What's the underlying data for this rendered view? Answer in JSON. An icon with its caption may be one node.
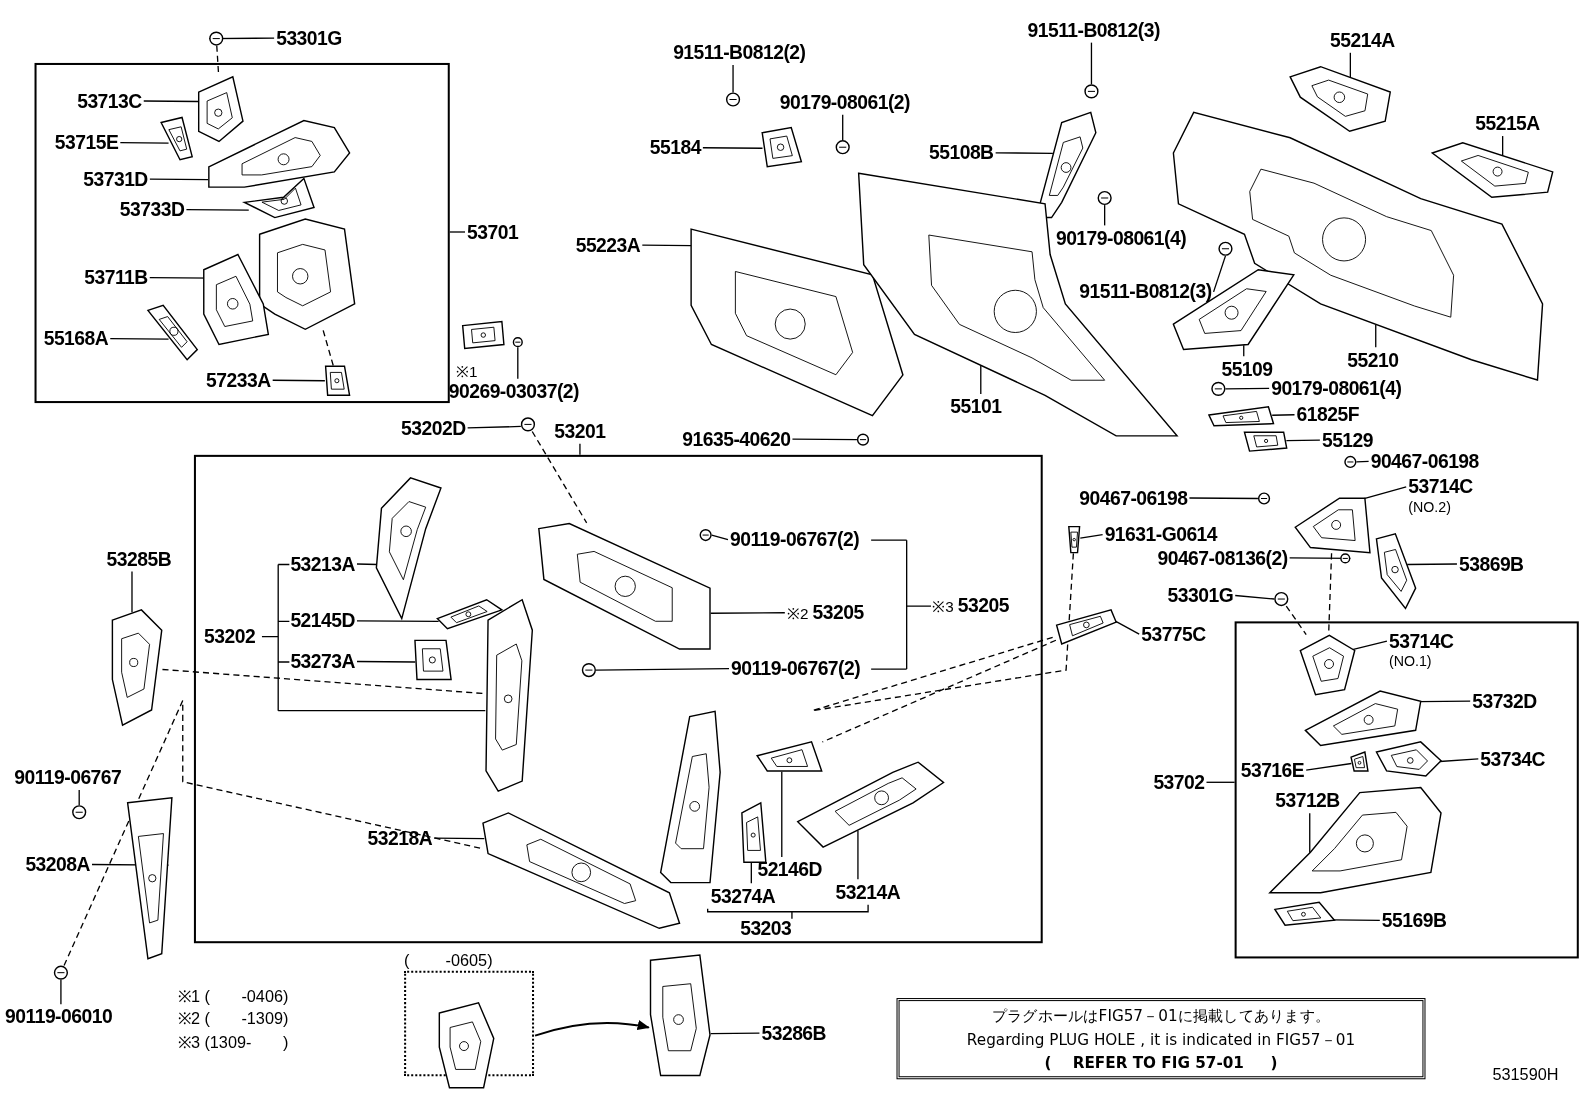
{
  "diagram": {
    "nodes": [
      {
        "text": [],
        "shape": "box"
      },
      {
        "text": [],
        "shape": "box"
      },
      {
        "text": [],
        "shape": "box"
      },
      {
        "text": [
          "(        -0605)"
        ]
      },
      {
        "text": [
          "プラグホールはFIG57－01に掲載してあります。",
          "Regarding PLUG HOLE , it is indicated in FIG57－01",
          "(    REFER TO FIG 57-01     )"
        ]
      },
      {
        "text": [
          "53301G"
        ]
      },
      {
        "text": [
          "53713C"
        ],
        "in": 0
      },
      {
        "text": [
          "53715E"
        ],
        "in": 0
      },
      {
        "text": [
          "53731D"
        ],
        "in": 0
      },
      {
        "text": [
          "53733D"
        ],
        "in": 0
      },
      {
        "text": [
          "53701"
        ]
      },
      {
        "text": [
          "53711B"
        ],
        "in": 0
      },
      {
        "text": [
          "55168A"
        ],
        "in": 0
      },
      {
        "text": [
          "57233A"
        ],
        "in": 0
      },
      {
        "text": [
          "90269-03037(2)"
        ],
        "beside": [
          "※1"
        ]
      },
      {
        "text": [
          "91511-B0812(2)"
        ]
      },
      {
        "text": [
          "90179-08061(2)"
        ]
      },
      {
        "text": [
          "55184"
        ]
      },
      {
        "text": [
          "55223A"
        ]
      },
      {
        "text": [
          "91511-B0812(3)"
        ]
      },
      {
        "text": [
          "55108B"
        ]
      },
      {
        "text": [
          "90179-08061(4)"
        ]
      },
      {
        "text": [
          "91511-B0812(3)"
        ]
      },
      {
        "text": [
          "55101"
        ]
      },
      {
        "text": [
          "55214A"
        ]
      },
      {
        "text": [
          "55215A"
        ]
      },
      {
        "text": [
          "55210"
        ]
      },
      {
        "text": [
          "55109"
        ]
      },
      {
        "text": [
          "90179-08061(4)"
        ]
      },
      {
        "text": [
          "61825F"
        ]
      },
      {
        "text": [
          "55129"
        ]
      },
      {
        "text": [
          "53202D"
        ]
      },
      {
        "text": [
          "53201"
        ]
      },
      {
        "text": [
          "91635-40620"
        ]
      },
      {
        "text": [
          "90467-06198"
        ]
      },
      {
        "text": [
          "53714C"
        ],
        "beside": [
          "(NO.2)"
        ]
      },
      {
        "text": [
          "90467-06198"
        ]
      },
      {
        "text": [
          "91631-G0614"
        ]
      },
      {
        "text": [
          "90467-08136(2)"
        ]
      },
      {
        "text": [
          "53869B"
        ]
      },
      {
        "text": [
          "53301G"
        ]
      },
      {
        "text": [
          "53775C"
        ]
      },
      {
        "text": [
          "53285B"
        ]
      },
      {
        "text": [
          "53213A"
        ],
        "in": 1
      },
      {
        "text": [
          "53202"
        ],
        "in": 1
      },
      {
        "text": [
          "52145D"
        ],
        "in": 1
      },
      {
        "text": [
          "53273A"
        ],
        "in": 1
      },
      {
        "text": [
          "90119-06767(2)"
        ],
        "in": 1
      },
      {
        "text": [
          "53205"
        ],
        "in": 1,
        "beside": [
          "※2"
        ]
      },
      {
        "text": [
          "53205"
        ],
        "in": 1,
        "beside": [
          "※3"
        ]
      },
      {
        "text": [
          "90119-06767(2)"
        ],
        "in": 1
      },
      {
        "text": [
          "53218A"
        ],
        "in": 1
      },
      {
        "text": [
          "52146D"
        ],
        "in": 1
      },
      {
        "text": [
          "53274A"
        ],
        "in": 1
      },
      {
        "text": [
          "53214A"
        ],
        "in": 1
      },
      {
        "text": [
          "53203"
        ],
        "in": 1
      },
      {
        "text": [
          "53714C"
        ],
        "in": 2,
        "beside": [
          "(NO.1)"
        ]
      },
      {
        "text": [
          "53732D"
        ],
        "in": 2
      },
      {
        "text": [
          "53702"
        ]
      },
      {
        "text": [
          "53716E"
        ],
        "in": 2
      },
      {
        "text": [
          "53734C"
        ],
        "in": 2
      },
      {
        "text": [
          "53712B"
        ],
        "in": 2
      },
      {
        "text": [
          "55169B"
        ],
        "in": 2
      },
      {
        "text": [
          "90119-06767"
        ]
      },
      {
        "text": [
          "53208A"
        ]
      },
      {
        "text": [
          "90119-06010"
        ]
      },
      {
        "text": [
          "53286B"
        ]
      },
      {
        "text": [],
        "shape": "picture"
      },
      {
        "text": [],
        "shape": "picture",
        "in": 0
      },
      {
        "text": [],
        "shape": "picture",
        "in": 0
      },
      {
        "text": [],
        "shape": "picture",
        "in": 0
      },
      {
        "text": [],
        "shape": "picture",
        "in": 0
      },
      {
        "text": [],
        "shape": "picture",
        "in": 0
      },
      {
        "text": [],
        "shape": "picture",
        "in": 0
      },
      {
        "text": [],
        "shape": "picture",
        "in": 0
      },
      {
        "text": [],
        "shape": "picture",
        "in": 0
      },
      {
        "text": [],
        "shape": "picture"
      },
      {
        "text": [],
        "shape": "picture"
      },
      {
        "text": [],
        "shape": "picture"
      },
      {
        "text": [],
        "shape": "picture"
      },
      {
        "text": [],
        "shape": "picture"
      },
      {
        "text": [],
        "shape": "picture"
      },
      {
        "text": [],
        "shape": "picture"
      },
      {
        "text": [],
        "shape": "picture"
      },
      {
        "text": [],
        "shape": "picture"
      },
      {
        "text": [],
        "shape": "picture"
      },
      {
        "text": [],
        "shape": "picture"
      },
      {
        "text": [],
        "shape": "picture"
      },
      {
        "text": [],
        "shape": "picture"
      },
      {
        "text": [],
        "shape": "picture"
      },
      {
        "text": [],
        "shape": "picture"
      },
      {
        "text": [],
        "shape": "picture"
      },
      {
        "text": [],
        "shape": "picture"
      },
      {
        "text": [],
        "shape": "picture"
      },
      {
        "text": [],
        "shape": "picture"
      },
      {
        "text": [],
        "shape": "picture"
      },
      {
        "text": [],
        "shape": "picture"
      },
      {
        "text": [],
        "shape": "picture"
      },
      {
        "text": [],
        "shape": "picture"
      },
      {
        "text": [],
        "shape": "picture"
      },
      {
        "text": [],
        "shape": "picture"
      },
      {
        "text": [],
        "shape": "picture"
      },
      {
        "text": [],
        "shape": "picture"
      },
      {
        "text": [],
        "shape": "picture"
      },
      {
        "text": [],
        "shape": "picture"
      },
      {
        "text": [],
        "shape": "picture",
        "in": 1
      },
      {
        "text": [],
        "shape": "picture",
        "in": 1
      },
      {
        "text": [],
        "shape": "picture",
        "in": 1
      },
      {
        "text": [],
        "shape": "picture",
        "in": 1
      },
      {
        "text": [],
        "shape": "picture",
        "in": 1
      },
      {
        "text": [],
        "shape": "picture",
        "in": 1
      },
      {
        "text": [],
        "shape": "picture",
        "in": 1
      },
      {
        "text": [],
        "shape": "picture",
        "in": 1
      },
      {
        "text": [],
        "shape": "picture",
        "in": 1
      },
      {
        "text": [],
        "shape": "picture",
        "in": 1
      },
      {
        "text": [],
        "shape": "picture",
        "in": 1
      },
      {
        "text": [],
        "shape": "picture",
        "in": 1
      },
      {
        "text": [],
        "shape": "picture",
        "in": 2
      },
      {
        "text": [],
        "shape": "picture",
        "in": 2
      },
      {
        "text": [],
        "shape": "picture",
        "in": 2
      },
      {
        "text": [],
        "shape": "picture",
        "in": 2
      },
      {
        "text": [],
        "shape": "picture",
        "in": 2
      },
      {
        "text": [],
        "shape": "picture",
        "in": 2
      },
      {
        "text": [],
        "shape": "picture"
      },
      {
        "text": [],
        "shape": "picture"
      },
      {
        "text": [],
        "shape": "picture"
      },
      {
        "text": [],
        "shape": "picture"
      },
      {
        "text": [],
        "shape": "picture",
        "in": 3
      }
    ],
    "edges": [
      {
        "from": 3,
        "to": 126,
        "arrow": "to"
      },
      {
        "from": 5,
        "to": 67,
        "arrow": "none"
      },
      {
        "from": 6,
        "to": 68,
        "arrow": "none"
      },
      {
        "from": 7,
        "to": 69,
        "arrow": "none"
      },
      {
        "from": 8,
        "to": 70,
        "arrow": "none"
      },
      {
        "from": 9,
        "to": 71,
        "arrow": "none"
      },
      {
        "from": 10,
        "to": 0,
        "arrow": "none"
      },
      {
        "from": 11,
        "to": 73,
        "arrow": "none"
      },
      {
        "from": 12,
        "to": 74,
        "arrow": "none"
      },
      {
        "from": 13,
        "to": 75,
        "arrow": "none"
      },
      {
        "from": 14,
        "to": 77,
        "arrow": "none"
      },
      {
        "from": 15,
        "to": 78,
        "arrow": "none"
      },
      {
        "from": 16,
        "to": 79,
        "arrow": "none"
      },
      {
        "from": 17,
        "to": 80,
        "arrow": "none"
      },
      {
        "from": 18,
        "to": 81,
        "arrow": "none"
      },
      {
        "from": 19,
        "to": 82,
        "arrow": "none"
      },
      {
        "from": 20,
        "to": 83,
        "arrow": "none"
      },
      {
        "from": 21,
        "to": 85,
        "arrow": "none"
      },
      {
        "from": 22,
        "to": 86,
        "arrow": "none"
      },
      {
        "from": 23,
        "to": 84,
        "arrow": "none"
      },
      {
        "from": 24,
        "to": 87,
        "arrow": "none"
      },
      {
        "from": 25,
        "to": 88,
        "arrow": "none"
      },
      {
        "from": 26,
        "to": 89,
        "arrow": "none"
      },
      {
        "from": 27,
        "to": 90,
        "arrow": "none"
      },
      {
        "from": 28,
        "to": 91,
        "arrow": "none"
      },
      {
        "from": 29,
        "to": 92,
        "arrow": "none"
      },
      {
        "from": 30,
        "to": 93,
        "arrow": "none"
      },
      {
        "from": 31,
        "to": 94,
        "arrow": "none"
      },
      {
        "from": 32,
        "to": 1,
        "arrow": "none"
      },
      {
        "from": 33,
        "to": 95,
        "arrow": "none"
      },
      {
        "from": 34,
        "to": 96,
        "arrow": "none"
      },
      {
        "from": 35,
        "to": 97,
        "arrow": "none"
      },
      {
        "from": 36,
        "to": 98,
        "arrow": "none"
      },
      {
        "from": 37,
        "to": 99,
        "arrow": "none"
      },
      {
        "from": 38,
        "to": 100,
        "arrow": "none"
      },
      {
        "from": 39,
        "to": 101,
        "arrow": "none"
      },
      {
        "from": 40,
        "to": 102,
        "arrow": "none"
      },
      {
        "from": 41,
        "to": 103,
        "arrow": "none"
      },
      {
        "from": 42,
        "to": 104,
        "arrow": "none"
      },
      {
        "from": 43,
        "to": 105,
        "arrow": "none"
      },
      {
        "from": 45,
        "to": 106,
        "arrow": "none"
      },
      {
        "from": 46,
        "to": 107,
        "arrow": "none"
      },
      {
        "from": 47,
        "to": 109,
        "arrow": "none"
      },
      {
        "from": 48,
        "to": 110,
        "arrow": "none"
      },
      {
        "from": 50,
        "to": 111,
        "arrow": "none"
      },
      {
        "from": 51,
        "to": 112,
        "arrow": "none"
      },
      {
        "from": 52,
        "to": 115,
        "arrow": "none"
      },
      {
        "from": 53,
        "to": 114,
        "arrow": "none"
      },
      {
        "from": 54,
        "to": 116,
        "arrow": "none"
      },
      {
        "from": 56,
        "to": 117,
        "arrow": "none"
      },
      {
        "from": 57,
        "to": 118,
        "arrow": "none"
      },
      {
        "from": 58,
        "to": 2,
        "arrow": "none"
      },
      {
        "from": 59,
        "to": 119,
        "arrow": "none"
      },
      {
        "from": 60,
        "to": 120,
        "arrow": "none"
      },
      {
        "from": 61,
        "to": 121,
        "arrow": "none"
      },
      {
        "from": 62,
        "to": 122,
        "arrow": "none"
      },
      {
        "from": 63,
        "to": 123,
        "arrow": "none"
      },
      {
        "from": 64,
        "to": 124,
        "arrow": "none"
      },
      {
        "from": 65,
        "to": 125,
        "arrow": "none"
      },
      {
        "from": 66,
        "to": 126,
        "arrow": "none"
      },
      {
        "from": 44,
        "to": 43,
        "arrow": "none"
      },
      {
        "from": 44,
        "to": 45,
        "arrow": "none"
      },
      {
        "from": 44,
        "to": 46,
        "arrow": "none"
      },
      {
        "from": 44,
        "to": 108,
        "arrow": "none"
      },
      {
        "from": 49,
        "to": 47,
        "arrow": "none"
      },
      {
        "from": 49,
        "to": 50,
        "arrow": "none"
      },
      {
        "from": 55,
        "to": 53,
        "arrow": "none"
      },
      {
        "from": 55,
        "to": 54,
        "arrow": "none"
      },
      {
        "from": 67,
        "to": 68,
        "arrow": "none",
        "style": "dashed"
      },
      {
        "from": 94,
        "to": 110,
        "arrow": "none",
        "style": "dashed"
      },
      {
        "from": 104,
        "to": 108,
        "arrow": "none",
        "style": "dashed"
      },
      {
        "from": 125,
        "to": 112,
        "arrow": "none",
        "style": "dashed"
      },
      {
        "from": 102,
        "to": 117,
        "arrow": "none",
        "style": "dashed"
      },
      {
        "from": 97,
        "to": 117,
        "arrow": "none",
        "style": "dashed"
      },
      {
        "from": 103,
        "to": 115,
        "arrow": "none",
        "style": "dashed"
      },
      {
        "from": 99,
        "to": 103,
        "arrow": "none",
        "style": "dashed"
      },
      {
        "from": 75,
        "to": 72,
        "arrow": "none",
        "style": "dashed"
      }
    ],
    "labels": [
      "※1 (       -0406)",
      "※2 (       -1309)",
      "※3 (1309-       )",
      "531590H"
    ]
  }
}
